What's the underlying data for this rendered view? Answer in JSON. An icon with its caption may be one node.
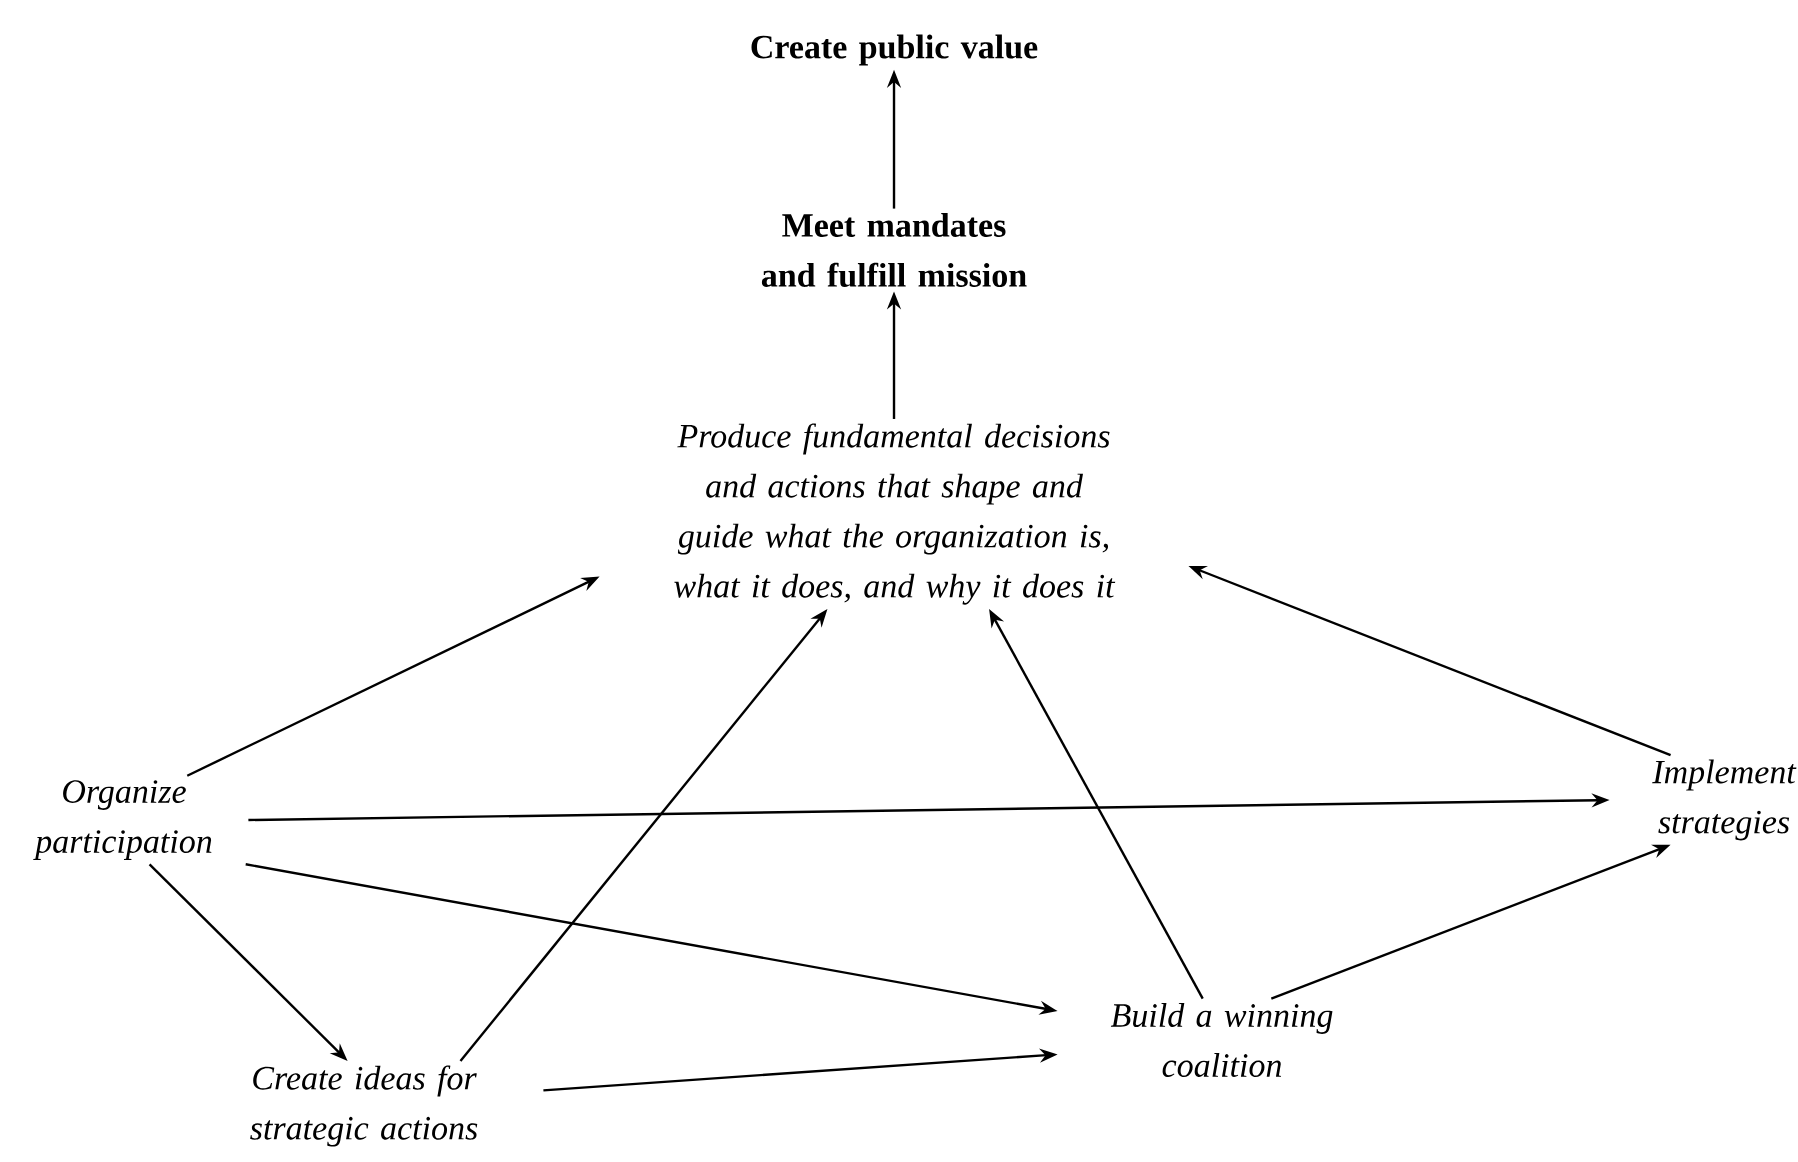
{
  "diagram": {
    "nodes": [
      {
        "text": [
          "Create public value"
        ]
      },
      {
        "text": [
          "Meet mandates and fulfill mission"
        ]
      },
      {
        "text": [
          "Produce fundamental decisions and actions that shape and guide what the organization is, what it does, and why it does it"
        ]
      },
      {
        "text": [
          "Organize participation"
        ]
      },
      {
        "text": [
          "Implement strategies"
        ]
      },
      {
        "text": [
          "Build a winning coalition"
        ]
      },
      {
        "text": [
          "Create ideas for strategic actions"
        ]
      }
    ],
    "edges": [
      {
        "from": 1,
        "to": 0,
        "arrow": "to"
      },
      {
        "from": 2,
        "to": 1,
        "arrow": "to"
      },
      {
        "from": 3,
        "to": 2,
        "arrow": "to"
      },
      {
        "from": 6,
        "to": 2,
        "arrow": "to"
      },
      {
        "from": 5,
        "to": 2,
        "arrow": "to"
      },
      {
        "from": 4,
        "to": 2,
        "arrow": "to"
      },
      {
        "from": 3,
        "to": 4,
        "arrow": "to"
      },
      {
        "from": 3,
        "to": 5,
        "arrow": "to"
      },
      {
        "from": 3,
        "to": 6,
        "arrow": "to"
      },
      {
        "from": 6,
        "to": 5,
        "arrow": "to"
      },
      {
        "from": 5,
        "to": 4,
        "arrow": "to"
      }
    ]
  }
}
